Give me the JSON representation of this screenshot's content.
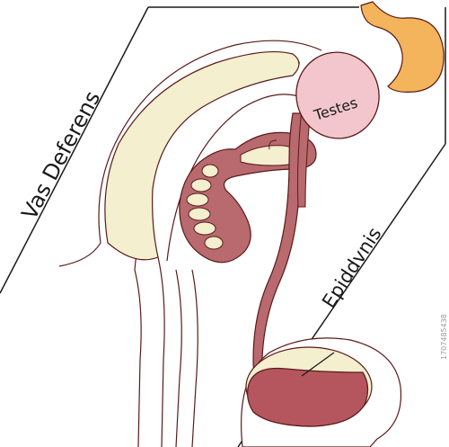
{
  "diagram": {
    "labels": {
      "vas_deferens": "Vas Deferens",
      "testes": "Testes",
      "epididymis": "Epiddvnis"
    },
    "stock_id": "1707485438"
  },
  "colors": {
    "outline": "#5a1a1a",
    "cream": "#f3efcf",
    "duct": "#b86a6e",
    "duct_dark": "#9c4f56",
    "testes_fill": "#f2c6cc",
    "orange": "#f4b45c",
    "scrotum": "#b5565f"
  }
}
